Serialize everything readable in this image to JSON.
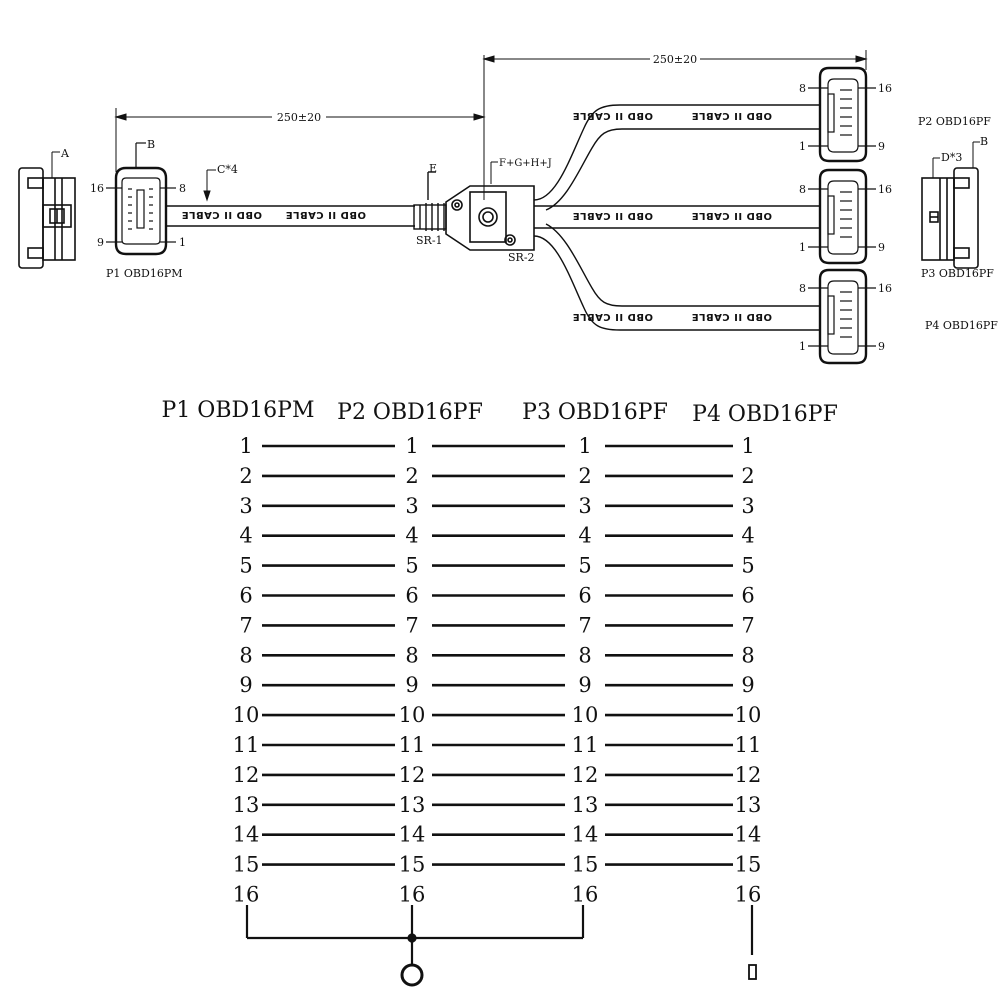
{
  "drawing": {
    "dim_left": "250±20",
    "dim_right": "250±20",
    "callouts": {
      "a": "A",
      "b_left": "B",
      "b_right": "B",
      "c": "C*4",
      "d": "D*3",
      "e": "E",
      "fghj": "F+G+H+J",
      "sr1": "SR-1",
      "sr2": "SR-2"
    },
    "cable_text": "OBD II CABLE",
    "connector_names": {
      "p1": "P1 OBD16PM",
      "p2": "P2 OBD16PF",
      "p3": "P3 OBD16PF",
      "p4": "P4 OBD16PF"
    },
    "pin_marks": {
      "n16": "16",
      "n8": "8",
      "n9": "9",
      "n1": "1"
    }
  },
  "wiring": {
    "headers": [
      "P1 OBD16PM",
      "P2 OBD16PF",
      "P3 OBD16PF",
      "P4 OBD16PF"
    ],
    "pins": [
      "1",
      "2",
      "3",
      "4",
      "5",
      "6",
      "7",
      "8",
      "9",
      "10",
      "11",
      "12",
      "13",
      "14",
      "15",
      "16"
    ]
  }
}
